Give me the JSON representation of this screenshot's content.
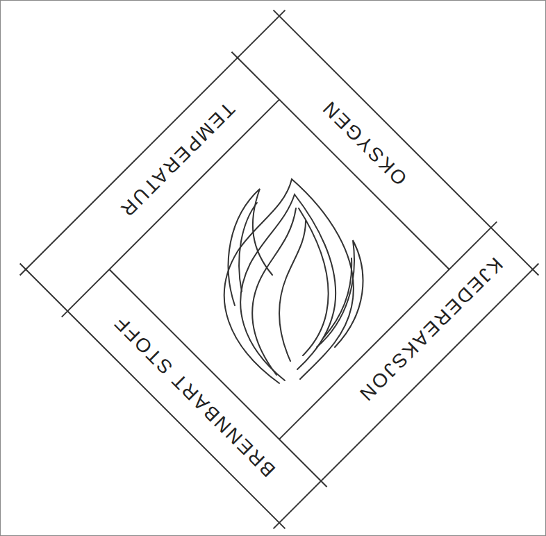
{
  "diagram": {
    "nodes": [
      {
        "text": [
          "TEMPERATUR"
        ]
      },
      {
        "text": [
          "OKSYGEN"
        ]
      },
      {
        "text": [
          "KJEDEREAKSJON"
        ]
      },
      {
        "text": [
          "BRENNBART STOFF"
        ]
      }
    ]
  }
}
